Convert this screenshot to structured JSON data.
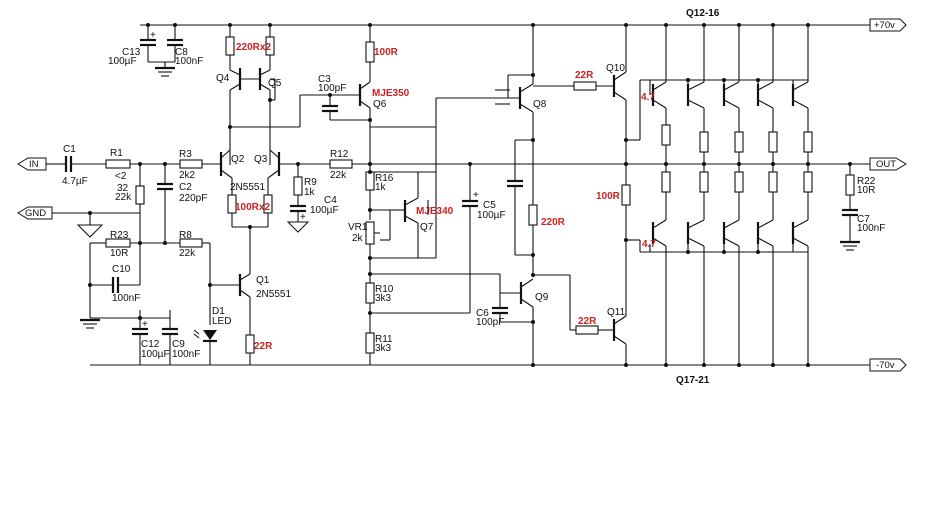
{
  "rails": {
    "positive": "+70v",
    "negative": "-70v"
  },
  "ports": {
    "input": "IN",
    "output": "OUT",
    "ground": "GND"
  },
  "groups": {
    "top_outputs": "Q12-16",
    "bottom_outputs": "Q17-21"
  },
  "labels": {
    "c13": "C13",
    "c13v": "100µF",
    "c8": "C8",
    "c8v": "100nF",
    "r_q45": "220Rx2",
    "q4": "Q4",
    "q5": "Q5",
    "r_100r_top": "100R",
    "c3": "C3",
    "c3v": "100pF",
    "q6part": "MJE350",
    "q6": "Q6",
    "q8": "Q8",
    "r22_top": "22R",
    "q10": "Q10",
    "r47_top": "4.7",
    "c1": "C1",
    "c1v": "4.7µF",
    "r1": "R1",
    "r1v": "<2",
    "r3": "R3",
    "r3v": "2k2",
    "q2": "Q2",
    "q3": "Q3",
    "q23part": "2N5551",
    "r12": "R12",
    "r12v": "22k",
    "r32": "32",
    "r32v": "22k",
    "c2": "C2",
    "c2v": "220pF",
    "r9": "R9",
    "r9v": "1k",
    "c4": "C4",
    "c4v": "100µF",
    "r16": "R16",
    "r16v": "1k",
    "q7part": "MJE340",
    "q7": "Q7",
    "vr1": "VR1",
    "vr1v": "2k",
    "c5": "C5",
    "c5v": "100µF",
    "r_220r": "220R",
    "r_100r_mid": "100R",
    "r22": "R22",
    "r22v": "10R",
    "c7": "C7",
    "c7v": "100nF",
    "r47_bot": "4.7",
    "r_100rx2": "100Rx2",
    "r23": "R23",
    "r23v": "10R",
    "r8": "R8",
    "r8v": "22k",
    "c10": "C10",
    "c10v": "100nF",
    "q1": "Q1",
    "q1part": "2N5551",
    "d1": "D1",
    "d1v": "LED",
    "r22_q1": "22R",
    "r10": "R10",
    "r10v": "3k3",
    "c6": "C6",
    "c6v": "100pF",
    "q9": "Q9",
    "r22_bot": "22R",
    "q11": "Q11",
    "c12": "C12",
    "c12v": "100µF",
    "c9": "C9",
    "c9v": "100nF",
    "r11": "R11",
    "r11v": "3k3"
  }
}
